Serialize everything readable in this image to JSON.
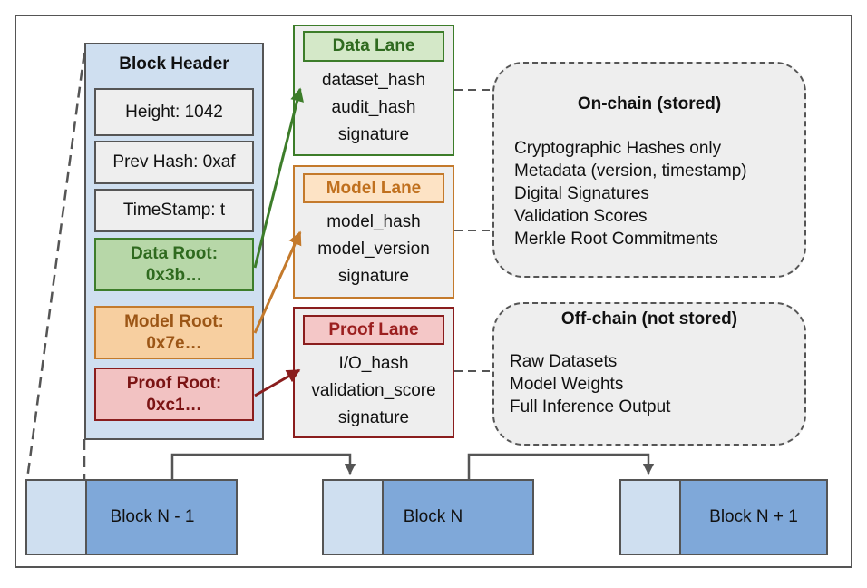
{
  "block_header": {
    "title": "Block Header",
    "height": "Height: 1042",
    "prev_hash": "Prev Hash: 0xaf",
    "timestamp": "TimeStamp: t",
    "data_root": {
      "label": "Data Root:",
      "value": "0x3b…"
    },
    "model_root": {
      "label": "Model Root:",
      "value": "0x7e…"
    },
    "proof_root": {
      "label": "Proof Root:",
      "value": "0xc1…"
    }
  },
  "lanes": {
    "data": {
      "title": "Data Lane",
      "lines": [
        "dataset_hash",
        "audit_hash",
        "signature"
      ]
    },
    "model": {
      "title": "Model Lane",
      "lines": [
        "model_hash",
        "model_version",
        "signature"
      ]
    },
    "proof": {
      "title": "Proof Lane",
      "lines": [
        "I/O_hash",
        "validation_score",
        "signature"
      ]
    }
  },
  "on_chain": {
    "title": "On-chain (stored)",
    "items": [
      "Cryptographic Hashes only",
      "Metadata (version, timestamp)",
      "Digital Signatures",
      "Validation Scores",
      "Merkle Root Commitments"
    ]
  },
  "off_chain": {
    "title": "Off-chain (not stored)",
    "items": [
      "Raw Datasets",
      "Model Weights",
      "Full Inference Output"
    ]
  },
  "blocks": [
    "Block N - 1",
    "Block N",
    "Block N + 1"
  ],
  "colors": {
    "data": "#3d7d2a",
    "model": "#c47a2c",
    "proof": "#8a1d1d",
    "block_fill": "#7fa8d9",
    "header_fill": "#cfdff0"
  }
}
